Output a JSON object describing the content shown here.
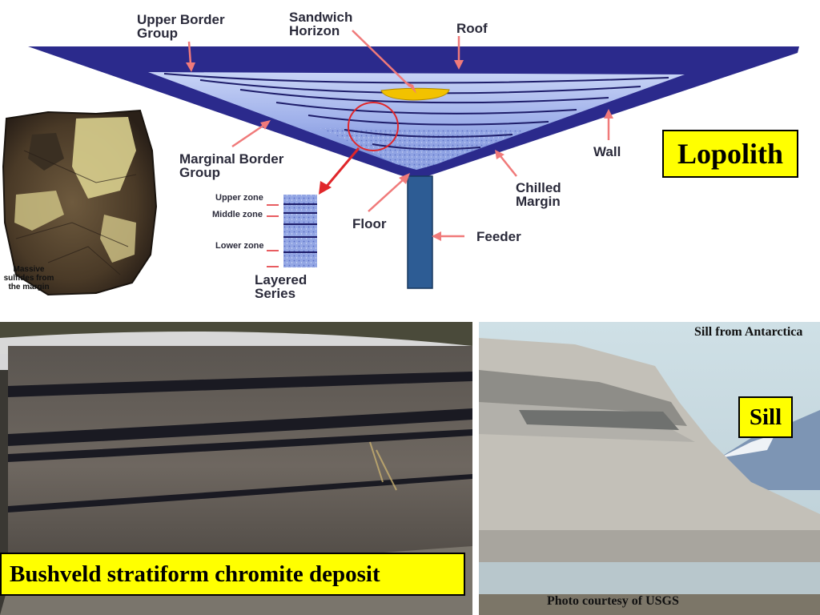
{
  "diagram": {
    "labels": {
      "upper_border_group": "Upper Border\nGroup",
      "sandwich_horizon": "Sandwich\nHorizon",
      "roof": "Roof",
      "marginal_border_group": "Marginal Border\nGroup",
      "wall": "Wall",
      "chilled_margin": "Chilled\nMargin",
      "floor": "Floor",
      "feeder": "Feeder",
      "layered_series": "Layered\nSeries",
      "upper_zone": "Upper zone",
      "middle_zone": "Middle zone",
      "lower_zone": "Lower zone"
    },
    "colors": {
      "outer_border": "#2b2a8c",
      "inner_fill": "#a9b8ee",
      "sandwich": "#f2c200",
      "feeder": "#2d5c94",
      "arrow": "#f07a7a",
      "highlight_circle": "#e0262a",
      "highlight_arrow": "#e0262a"
    }
  },
  "boxes": {
    "lopolith": "Lopolith",
    "sill": "Sill",
    "bushveld": "Bushveld stratiform chromite deposit"
  },
  "sample": {
    "caption": "Massive\nsulfides from\nthe margin"
  },
  "photos": {
    "antarctica_caption": "Sill from Antarctica",
    "credit": "Photo courtesy of USGS"
  }
}
